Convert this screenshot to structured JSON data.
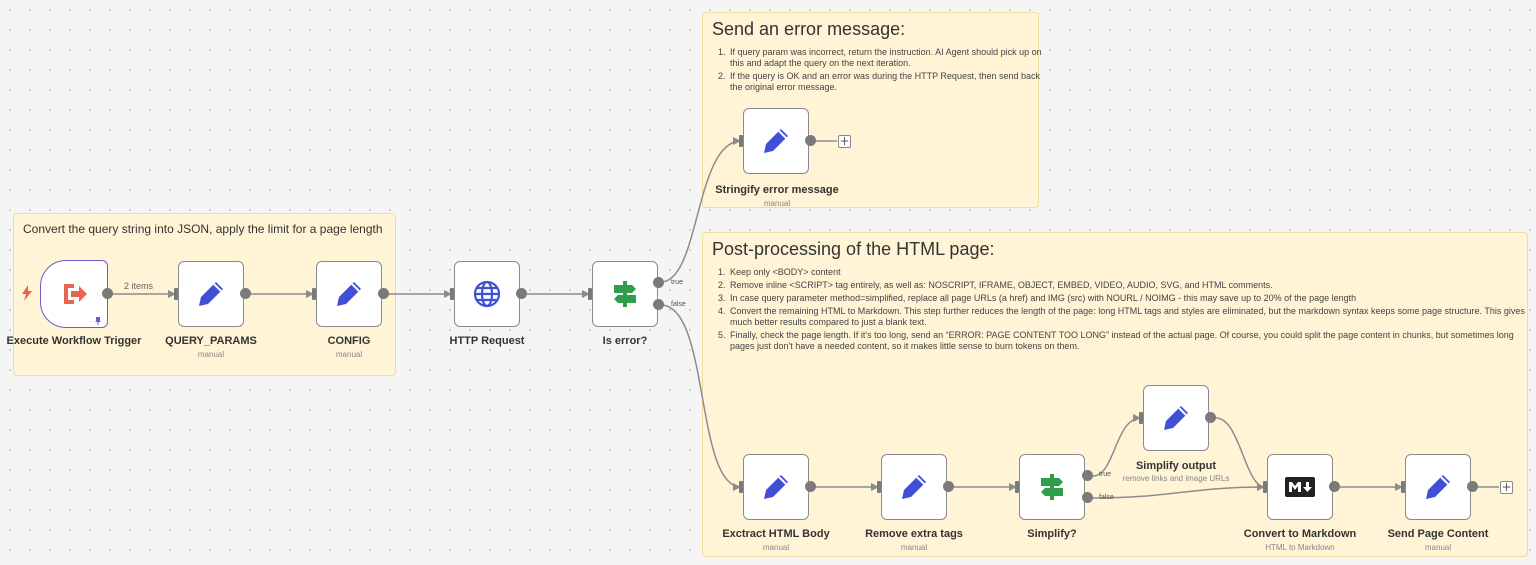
{
  "sticky_notes": {
    "error": {
      "title": "Send an error message:",
      "items": [
        "If query param was incorrect, return the instruction. AI Agent should pick up on this and adapt the query on the next iteration.",
        "If the query is OK and an error was during the HTTP Request, then send back the original error message."
      ]
    },
    "convert": {
      "title": "Convert the query string into JSON, apply the limit for a page length"
    },
    "post": {
      "title": "Post-processing of the HTML page:",
      "items": [
        "Keep only <BODY> content",
        "Remove inline <SCRIPT> tag entirely, as well as: NOSCRIPT, IFRAME, OBJECT, EMBED, VIDEO, AUDIO, SVG, and HTML comments.",
        "In case query parameter method=simplified, replace all page URLs (a href) and IMG (src) with NOURL / NOIMG - this may save up to 20% of the page length",
        "Convert the remaining HTML to Markdown. This step further reduces the length of the page: long HTML tags and styles are eliminated, but the markdown syntax keeps some page structure. This gives much better results compared to just a blank text.",
        "Finally, check the page length. If it's too long, send an “ERROR: PAGE CONTENT TOO LONG” instead of the actual page. Of course, you could split the page content in chunks, but sometimes long pages just don't have a needed content, so it makes little sense to burn tokens on them."
      ]
    }
  },
  "nodes": {
    "trigger": {
      "label": "Execute Workflow Trigger",
      "icon": "exit-arrow-icon",
      "color": "#e8664f"
    },
    "query_params": {
      "label": "QUERY_PARAMS",
      "sub": "manual",
      "icon": "pencil-icon"
    },
    "config": {
      "label": "CONFIG",
      "sub": "manual",
      "icon": "pencil-icon"
    },
    "http": {
      "label": "HTTP Request",
      "icon": "globe-icon"
    },
    "is_error": {
      "label": "Is error?",
      "icon": "signpost-icon"
    },
    "stringify": {
      "label": "Stringify error message",
      "sub": "manual",
      "icon": "pencil-icon"
    },
    "extract": {
      "label": "Exctract HTML Body",
      "sub": "manual",
      "icon": "pencil-icon"
    },
    "remove": {
      "label": "Remove extra tags",
      "sub": "manual",
      "icon": "pencil-icon"
    },
    "simplify_q": {
      "label": "Simplify?",
      "icon": "signpost-icon"
    },
    "simplify_out": {
      "label": "Simplify output",
      "sub": "remove links and image URLs",
      "icon": "pencil-icon"
    },
    "markdown": {
      "label": "Convert to Markdown",
      "sub": "HTML to Markdown",
      "icon": "markdown-icon"
    },
    "send": {
      "label": "Send Page Content",
      "sub": "manual",
      "icon": "pencil-icon"
    }
  },
  "wire_labels": {
    "items": "2 items",
    "true": "true",
    "false": "false"
  },
  "colors": {
    "accent_blue": "#3f4fd6",
    "accent_green": "#2e9e4a",
    "trigger_border": "#6f5cc9",
    "sticky": "#fff4d6"
  }
}
